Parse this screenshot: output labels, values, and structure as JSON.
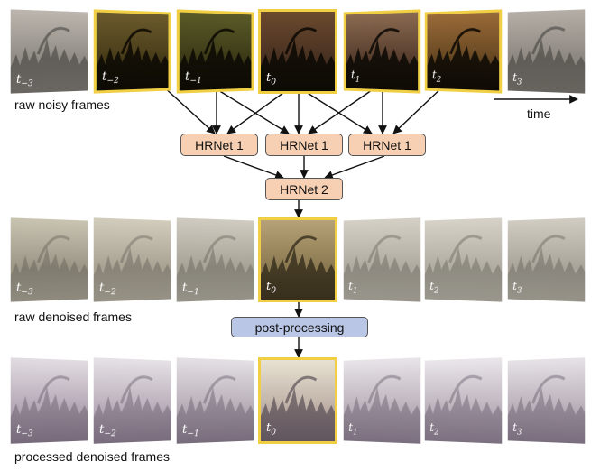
{
  "row_labels": {
    "raw_noisy": "raw noisy frames",
    "raw_denoised": "raw denoised frames",
    "processed_denoised": "processed denoised frames"
  },
  "time_label": "time",
  "nodes": {
    "hrnet1_a": "HRNet 1",
    "hrnet1_b": "HRNet 1",
    "hrnet1_c": "HRNet 1",
    "hrnet2": "HRNet 2",
    "post": "post-processing"
  },
  "frame_subscripts": [
    "−3",
    "−2",
    "−1",
    "0",
    "1",
    "2",
    "3"
  ],
  "frame_var": "t",
  "colors": {
    "hrnet_fill": "#f7cfb2",
    "post_fill": "#b9c6e6",
    "highlight_border": "#f0cf45",
    "arrow": "#111111"
  }
}
